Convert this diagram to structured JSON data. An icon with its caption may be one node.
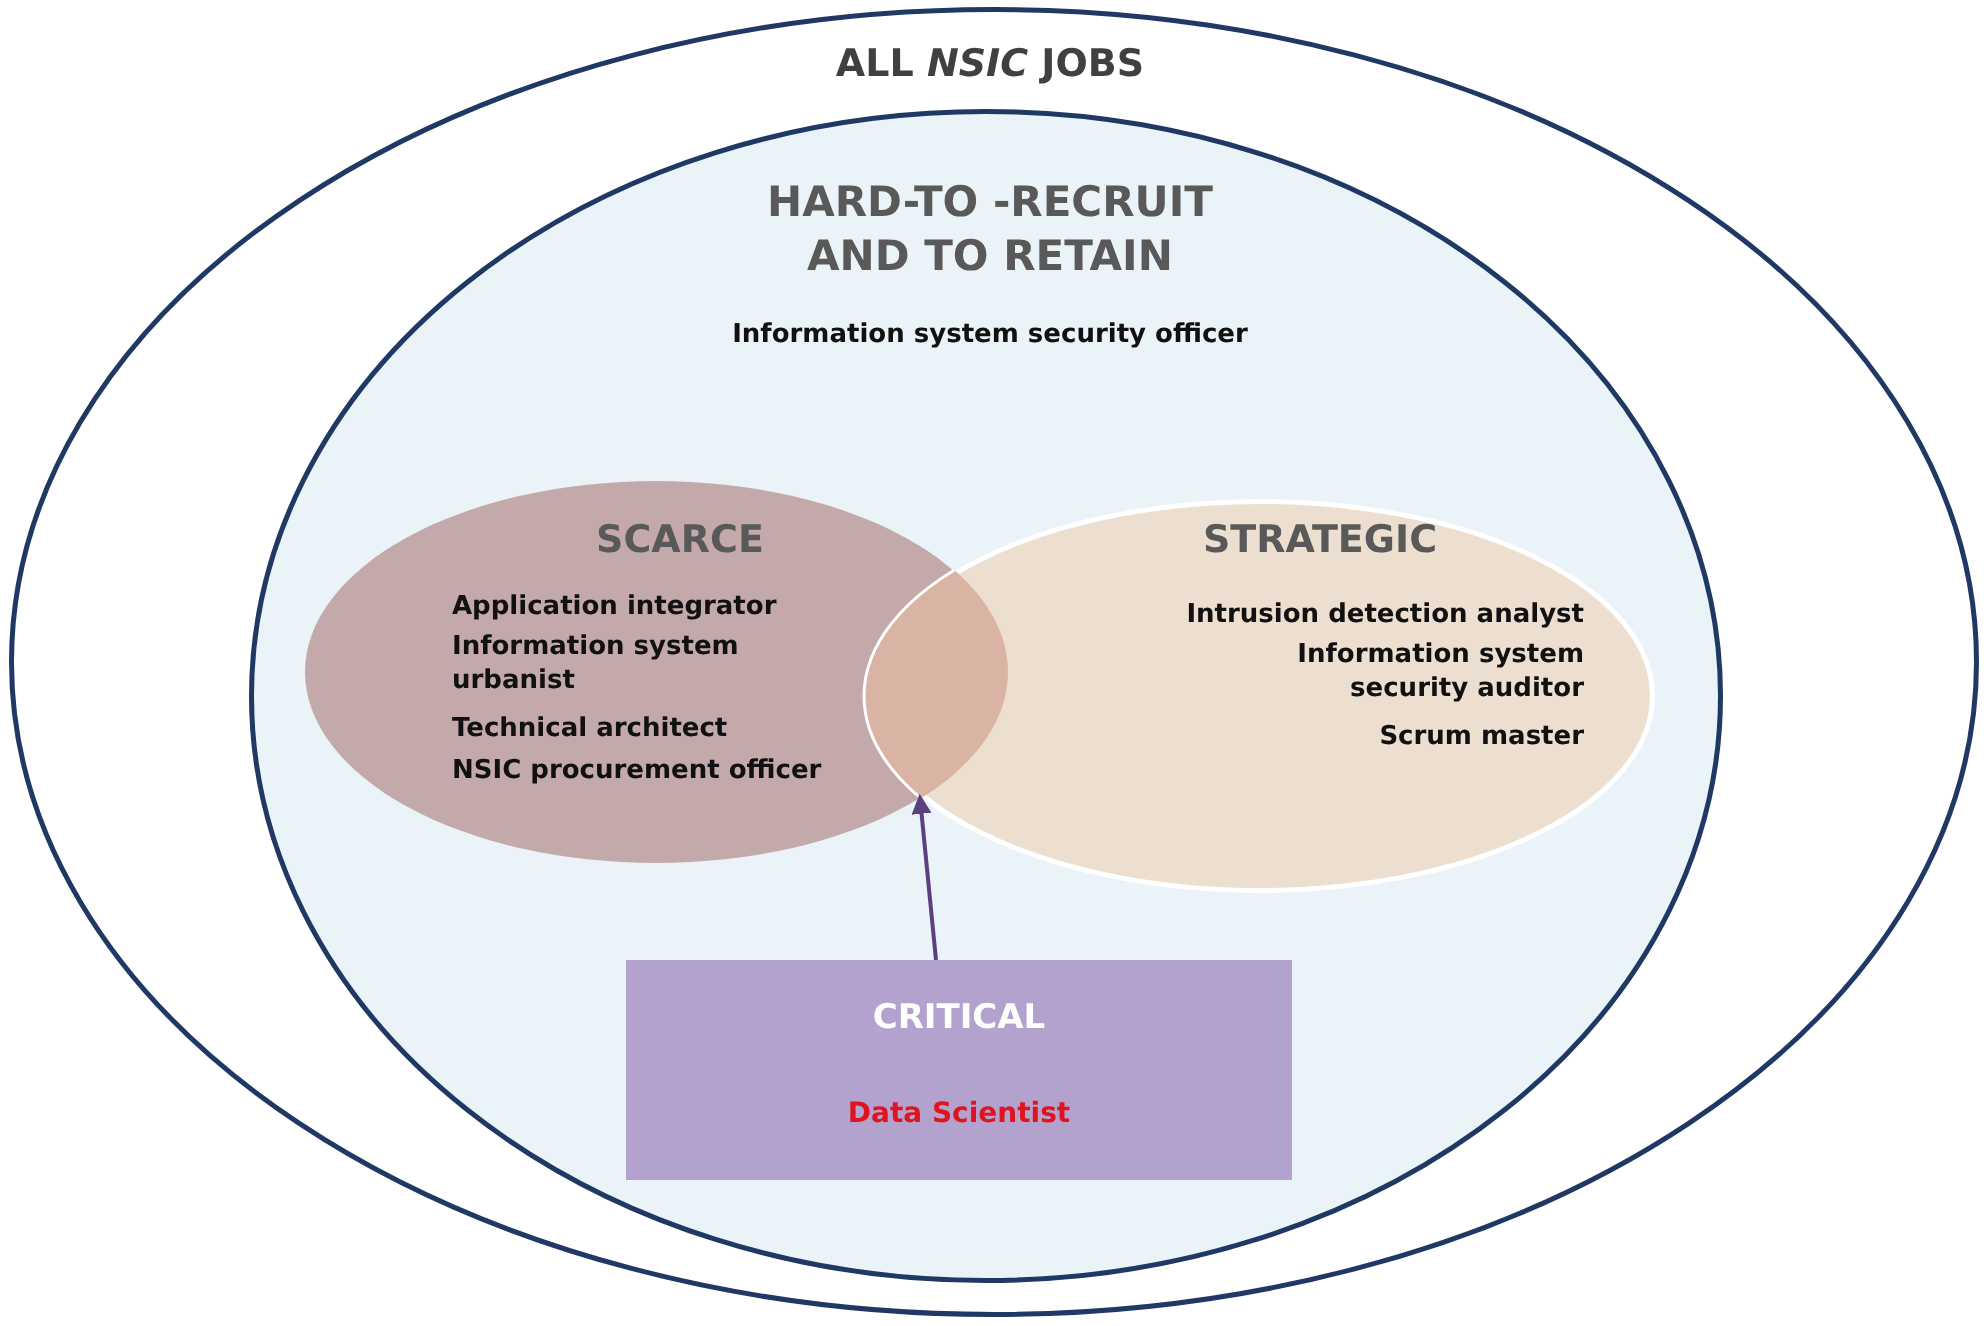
{
  "diagram": {
    "nodes": [
      {
        "text": [
          "ALL *NSIC* JOBS"
        ]
      },
      {
        "text": [
          "HARD-TO -RECRUIT AND TO RETAIN",
          "Information system security officer"
        ],
        "in": 0
      },
      {
        "text": [
          "SCARCE",
          "Application integrator",
          "Information system urbanist",
          "Technical architect",
          "NSIC procurement officer"
        ],
        "in": 1
      },
      {
        "text": [
          "STRATEGIC",
          "Intrusion detection analyst",
          "Information system security auditor",
          "Scrum master"
        ],
        "in": 1
      },
      {
        "text": [],
        "shape": "lens",
        "in": 1
      },
      {
        "text": [
          "CRITICAL",
          "Data Scientist"
        ],
        "in": 1
      }
    ],
    "edges": [
      {
        "from": 5,
        "to": 4,
        "arrow": "to"
      }
    ]
  }
}
